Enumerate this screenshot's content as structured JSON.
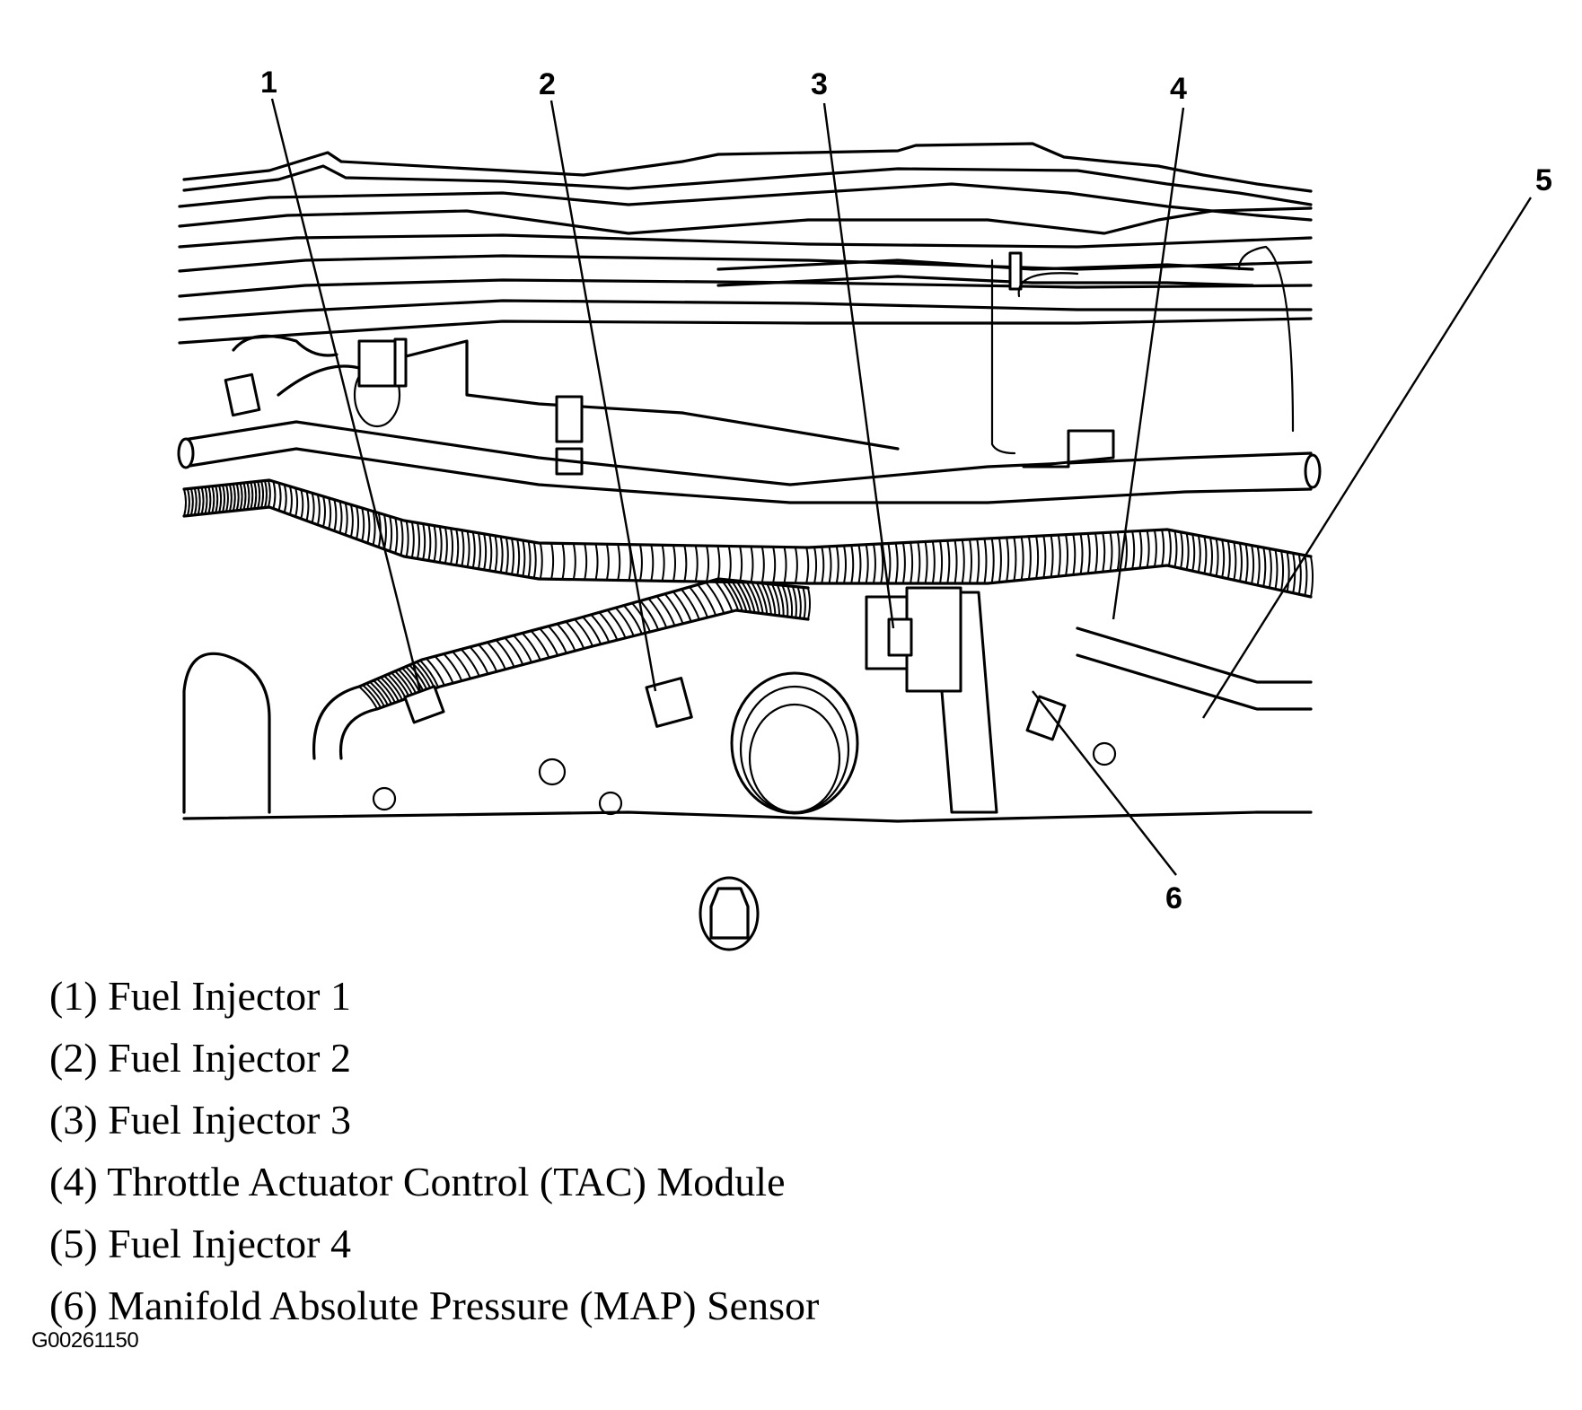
{
  "diagram": {
    "title": "Engine compartment component locator",
    "callouts": [
      {
        "number": "1",
        "label": "Fuel Injector 1"
      },
      {
        "number": "2",
        "label": "Fuel Injector 2"
      },
      {
        "number": "3",
        "label": "Fuel Injector 3"
      },
      {
        "number": "4",
        "label": "Throttle Actuator Control (TAC) Module"
      },
      {
        "number": "5",
        "label": "Fuel Injector 4"
      },
      {
        "number": "6",
        "label": "Manifold Absolute Pressure (MAP) Sensor"
      }
    ]
  },
  "legend": {
    "items": [
      "(1) Fuel Injector 1",
      "(2) Fuel Injector 2",
      "(3) Fuel Injector 3",
      "(4) Throttle Actuator Control (TAC) Module",
      "(5) Fuel Injector 4",
      "(6) Manifold Absolute Pressure (MAP) Sensor"
    ]
  },
  "figure_id": "G00261150"
}
